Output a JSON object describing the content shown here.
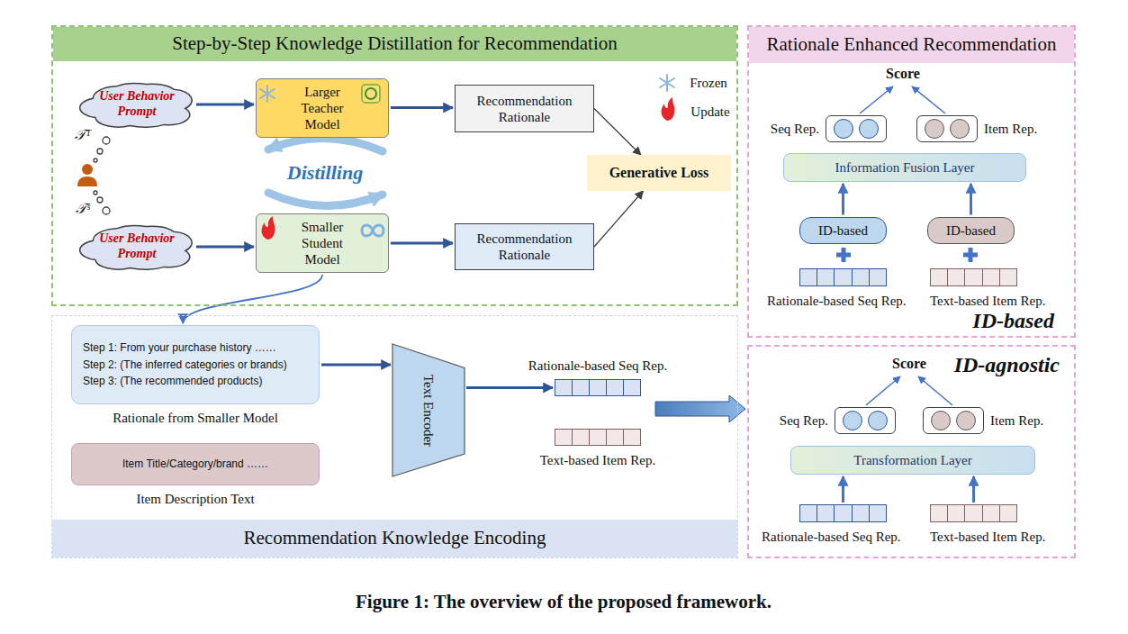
{
  "diagram": {
    "caption": "Figure 1: The overview of the proposed framework.",
    "nodes": [
      {
        "text": [
          "Step-by-Step Knowledge Distillation for Recommendation"
        ]
      },
      {
        "text": [
          "User Behavior Prompt"
        ],
        "in": 0
      },
      {
        "text": [
          "Larger Teacher Model"
        ],
        "in": 0
      },
      {
        "text": [
          "Recommendation Rationale"
        ],
        "in": 0
      },
      {
        "text": [
          "Generative Loss"
        ],
        "in": 0
      },
      {
        "text": [
          "User Behavior Prompt"
        ],
        "in": 0
      },
      {
        "text": [
          "Smaller Student Model"
        ],
        "in": 0
      },
      {
        "text": [
          "Recommendation Rationale"
        ],
        "in": 0
      },
      {
        "text": [
          "Recommendation Knowledge Encoding"
        ]
      },
      {
        "text": [
          "Step 1: From your purchase history ……",
          "Step 2: (The inferred categories or brands)",
          "Step 3: (The recommended products)",
          "Rationale from Smaller Model"
        ],
        "in": 8
      },
      {
        "text": [
          "Item Title/Category/brand ……",
          "Item Description Text"
        ],
        "in": 8
      },
      {
        "text": [
          "Text Encoder"
        ],
        "in": 8
      },
      {
        "text": [
          "Rationale-based Seq Rep."
        ],
        "in": 8
      },
      {
        "text": [
          "Text-based Item Rep."
        ],
        "in": 8
      },
      {
        "text": [
          "Rationale Enhanced Recommendation",
          "ID-based"
        ]
      },
      {
        "text": [
          "Seq Rep."
        ],
        "in": 14
      },
      {
        "text": [
          "Item Rep."
        ],
        "in": 14
      },
      {
        "text": [
          "Information Fusion Layer"
        ],
        "in": 14
      },
      {
        "text": [
          "ID-based"
        ],
        "in": 14
      },
      {
        "text": [
          "ID-based"
        ],
        "in": 14
      },
      {
        "text": [
          "Rationale-based Seq Rep."
        ],
        "in": 14
      },
      {
        "text": [
          "Text-based Item Rep."
        ],
        "in": 14
      },
      {
        "text": [
          "ID-agnostic"
        ]
      },
      {
        "text": [
          "Seq Rep."
        ],
        "in": 22
      },
      {
        "text": [
          "Item Rep."
        ],
        "in": 22
      },
      {
        "text": [
          "Transformation Layer"
        ],
        "in": 22
      },
      {
        "text": [
          "Rationale-based Seq Rep."
        ],
        "in": 22
      },
      {
        "text": [
          "Text-based Item Rep."
        ],
        "in": 22
      }
    ],
    "edges": [
      {
        "from": 1,
        "to": 2,
        "arrow": "to"
      },
      {
        "from": 2,
        "to": 3,
        "arrow": "to"
      },
      {
        "from": 5,
        "to": 6,
        "arrow": "to"
      },
      {
        "from": 6,
        "to": 7,
        "arrow": "to"
      },
      {
        "from": 3,
        "to": 4,
        "arrow": "to"
      },
      {
        "from": 7,
        "to": 4,
        "arrow": "to"
      },
      {
        "from": 6,
        "to": 9,
        "arrow": "to"
      },
      {
        "from": 9,
        "to": 11,
        "arrow": "to"
      },
      {
        "from": 11,
        "to": 12,
        "arrow": "to"
      },
      {
        "from": 12,
        "to": 22,
        "arrow": "to"
      },
      {
        "from": 18,
        "to": 17,
        "arrow": "to"
      },
      {
        "from": 19,
        "to": 17,
        "arrow": "to"
      },
      {
        "from": 26,
        "to": 25,
        "arrow": "to"
      },
      {
        "from": 27,
        "to": 25,
        "arrow": "to"
      }
    ],
    "labels": [
      "Frozen",
      "Update",
      "Distilling",
      "𝒯ᵀ",
      "𝒯ˢ",
      "Score",
      "Score"
    ]
  }
}
